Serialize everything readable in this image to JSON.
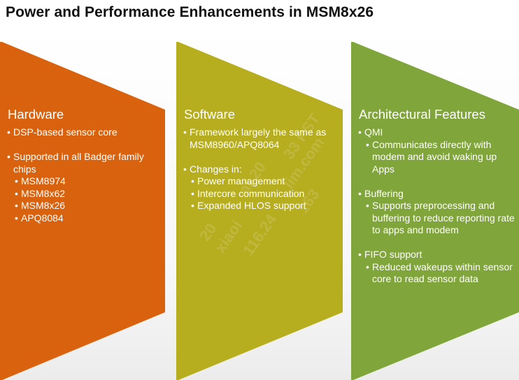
{
  "slide": {
    "title": "Power and Performance Enhancements in MSM8x26"
  },
  "colors": {
    "hardware": "#D9620E",
    "software": "#B6AD1F",
    "architecture": "#80A53A",
    "text": "#FFFFFF"
  },
  "columns": {
    "hardware": {
      "heading": "Hardware",
      "b1": "DSP-based sensor core",
      "b2": "Supported in all Badger family chips",
      "sub": [
        "MSM8974",
        "MSM8x62",
        "MSM8x26",
        "APQ8084"
      ]
    },
    "software": {
      "heading": "Software",
      "b1": "Framework largely the same as MSM8960/APQ8064",
      "b2": "Changes in:",
      "sub": [
        "Power management",
        "Intercore communication",
        "Expanded HLOS support"
      ]
    },
    "architecture": {
      "heading": "Architectural Features",
      "b1": "QMI",
      "b1_sub": "Communicates directly with modem and avoid waking up Apps",
      "b2": "Buffering",
      "b2_sub": "Supports preprocessing and buffering to reduce reporting rate to apps and modem",
      "b3": "FIFO support",
      "b3_sub": "Reduced wakeups within sensor core to read sensor data"
    }
  },
  "watermark": [
    "20",
    "xiaoi",
    "at 20",
    "116.24",
    "33 PST",
    "lim.com",
    "163"
  ]
}
